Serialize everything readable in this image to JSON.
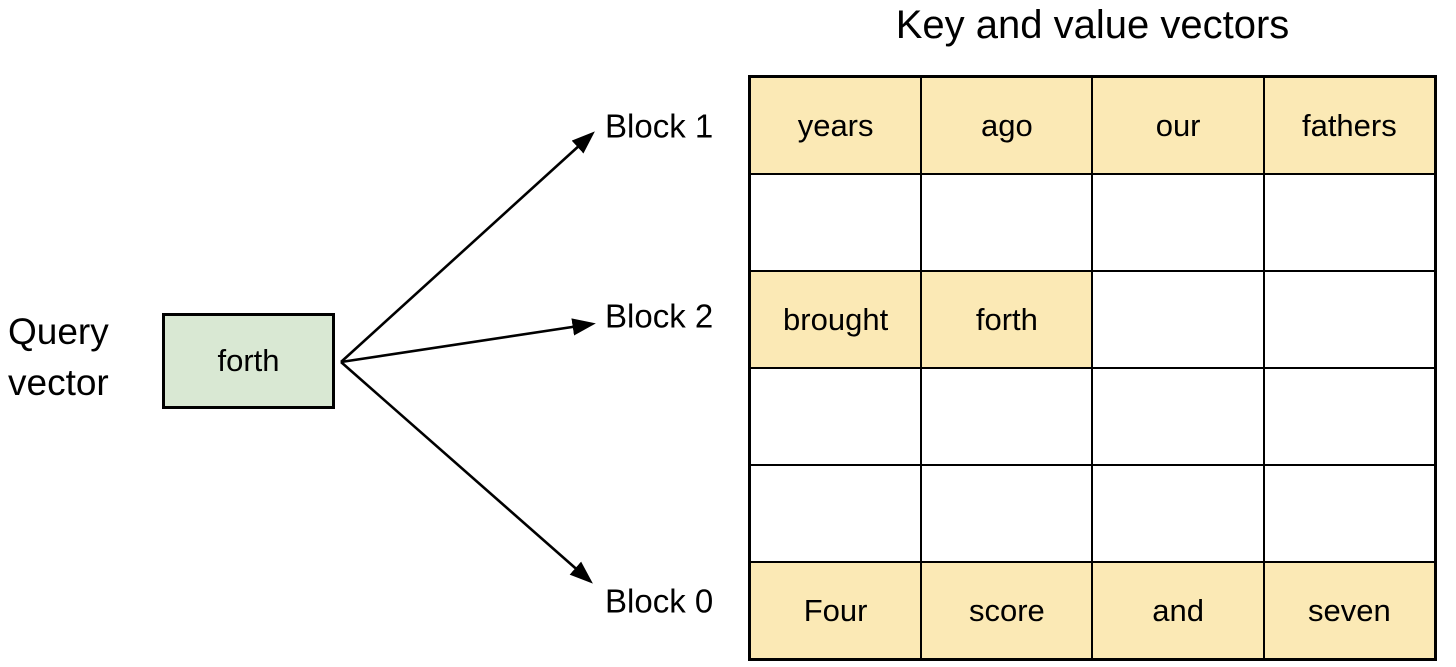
{
  "title": "Key and value vectors",
  "query": {
    "label_line1": "Query",
    "label_line2": "vector",
    "box_text": "forth"
  },
  "colors": {
    "query_box_fill": "#d9e8d3",
    "cell_highlight_fill": "#fbe9b5",
    "border": "#000000",
    "background": "#ffffff"
  },
  "blocks": [
    {
      "label": "Block 1",
      "row": 0
    },
    {
      "label": "Block 2",
      "row": 2
    },
    {
      "label": "Block 0",
      "row": 5
    }
  ],
  "table": {
    "rows": [
      [
        {
          "text": "years",
          "filled": true
        },
        {
          "text": "ago",
          "filled": true
        },
        {
          "text": "our",
          "filled": true
        },
        {
          "text": "fathers",
          "filled": true
        }
      ],
      [
        {
          "text": "",
          "filled": false
        },
        {
          "text": "",
          "filled": false
        },
        {
          "text": "",
          "filled": false
        },
        {
          "text": "",
          "filled": false
        }
      ],
      [
        {
          "text": "brought",
          "filled": true
        },
        {
          "text": "forth",
          "filled": true
        },
        {
          "text": "",
          "filled": false
        },
        {
          "text": "",
          "filled": false
        }
      ],
      [
        {
          "text": "",
          "filled": false
        },
        {
          "text": "",
          "filled": false
        },
        {
          "text": "",
          "filled": false
        },
        {
          "text": "",
          "filled": false
        }
      ],
      [
        {
          "text": "",
          "filled": false
        },
        {
          "text": "",
          "filled": false
        },
        {
          "text": "",
          "filled": false
        },
        {
          "text": "",
          "filled": false
        }
      ],
      [
        {
          "text": "Four",
          "filled": true
        },
        {
          "text": "score",
          "filled": true
        },
        {
          "text": "and",
          "filled": true
        },
        {
          "text": "seven",
          "filled": true
        }
      ]
    ]
  },
  "arrows": [
    {
      "from": "query-box",
      "to": "Block 1"
    },
    {
      "from": "query-box",
      "to": "Block 2"
    },
    {
      "from": "query-box",
      "to": "Block 0"
    }
  ]
}
